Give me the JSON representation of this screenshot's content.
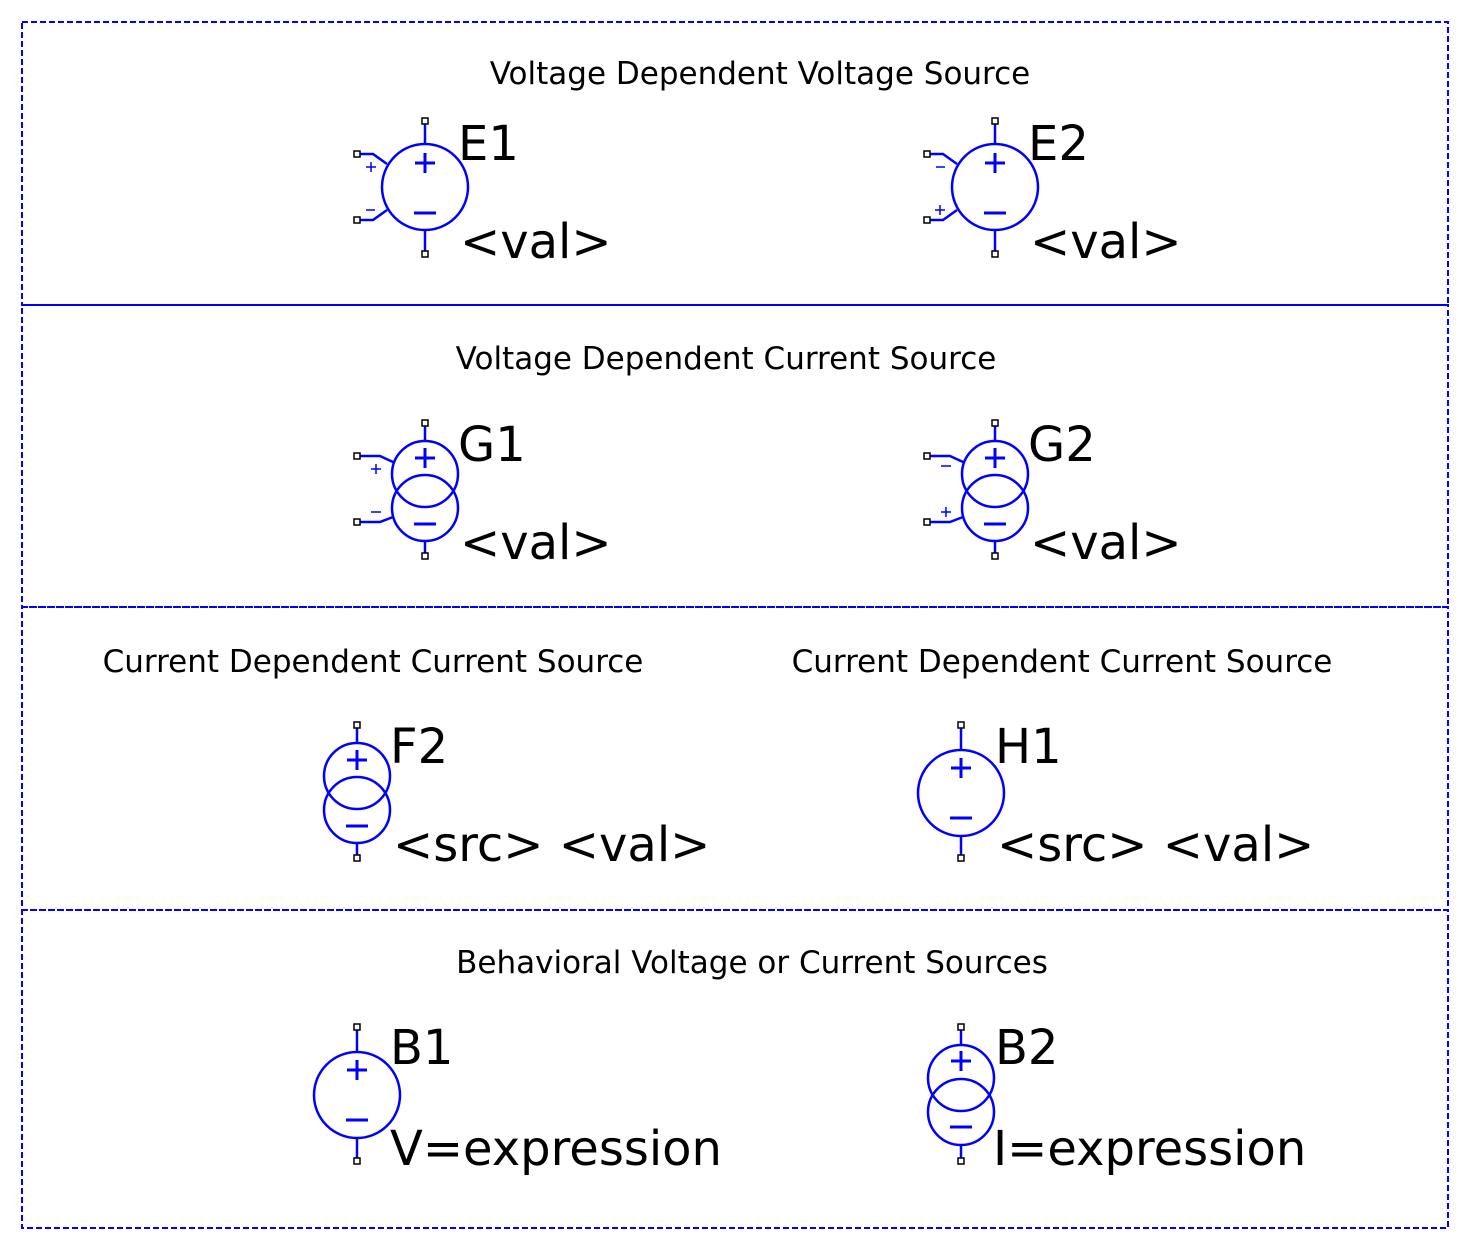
{
  "sections": [
    {
      "title": "Voltage Dependent Voltage Source"
    },
    {
      "title": "Voltage Dependent Current Source"
    },
    {
      "titles": [
        "Current Dependent Current Source",
        "Current Dependent Current Source"
      ]
    },
    {
      "title": "Behavioral Voltage or Current Sources"
    }
  ],
  "components": [
    {
      "ref": "E1",
      "value": "<val>",
      "kind": "voltage-controlled-voltage-source",
      "control_polarity": [
        "+",
        "−"
      ]
    },
    {
      "ref": "E2",
      "value": "<val>",
      "kind": "voltage-controlled-voltage-source",
      "control_polarity": [
        "−",
        "+"
      ]
    },
    {
      "ref": "G1",
      "value": "<val>",
      "kind": "voltage-controlled-current-source",
      "control_polarity": [
        "+",
        "−"
      ]
    },
    {
      "ref": "G2",
      "value": "<val>",
      "kind": "voltage-controlled-current-source",
      "control_polarity": [
        "−",
        "+"
      ]
    },
    {
      "ref": "F2",
      "value": "<src> <val>",
      "kind": "current-controlled-current-source"
    },
    {
      "ref": "H1",
      "value": "<src> <val>",
      "kind": "current-controlled-voltage-source"
    },
    {
      "ref": "B1",
      "value": "V=expression",
      "kind": "behavioral-voltage-source"
    },
    {
      "ref": "B2",
      "value": "I=expression",
      "kind": "behavioral-current-source"
    }
  ],
  "colors": {
    "symbol": "#0000ff",
    "frame": "#0000ff",
    "text": "#000000",
    "pin": "#000000"
  }
}
